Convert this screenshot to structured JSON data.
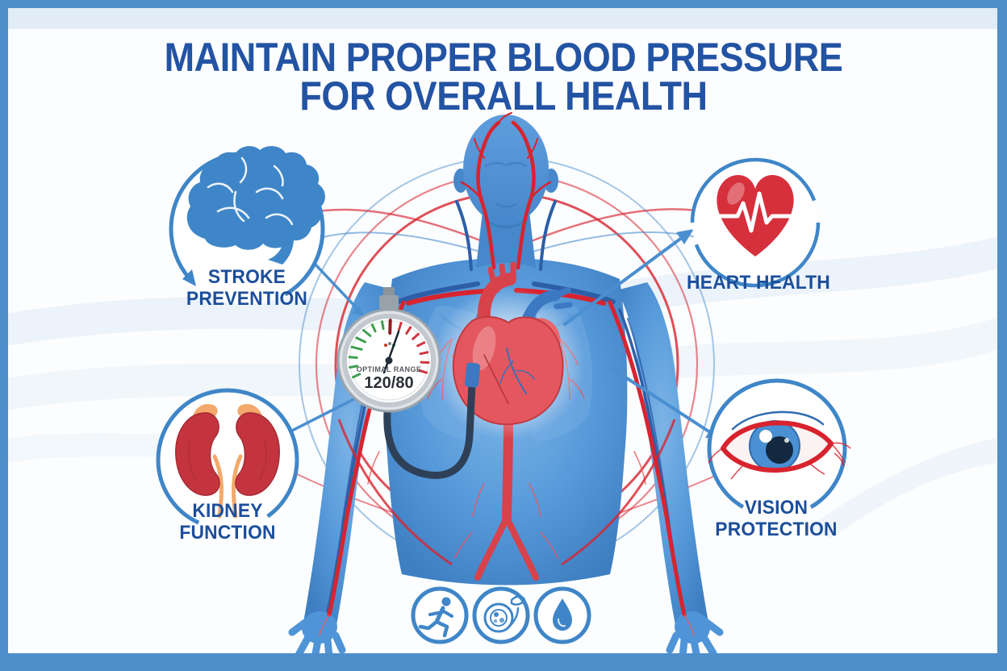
{
  "title": {
    "line1": "MAINTAIN PROPER BLOOD PRESSURE",
    "line2": "FOR OVERALL HEALTH"
  },
  "callouts": {
    "stroke_prevention": {
      "line1": "STROKE",
      "line2": "PREVENTION",
      "icon": "brain-icon"
    },
    "heart_health": {
      "line1": "HEART HEALTH",
      "line2": "",
      "icon": "heart-ecg-icon"
    },
    "kidney_function": {
      "line1": "KIDNEY",
      "line2": "FUNCTION",
      "icon": "kidneys-icon"
    },
    "vision_protection": {
      "line1": "VISION",
      "line2": "PROTECTION",
      "icon": "eye-icon"
    }
  },
  "gauge": {
    "label": "OPTIMAL RANGE",
    "reading": "120/80"
  },
  "lifestyle_icons": [
    {
      "name": "exercise-runner-icon"
    },
    {
      "name": "healthy-plate-icon"
    },
    {
      "name": "water-droplet-icon"
    }
  ],
  "colors": {
    "frame_blue": "#4d8ecb",
    "title_text": "#2353a3",
    "label_text": "#1c4e9a",
    "body_blue": "#4f94d7",
    "artery_red": "#d7242f",
    "vein_blue": "#2d5ea8",
    "ring_blue": "#3f86c8",
    "heart_red": "#d6303c",
    "kidney_red": "#c4343f",
    "adrenal_orange": "#f2a96b",
    "iris_blue": "#4a90d2",
    "tube_navy": "#2e4057"
  }
}
